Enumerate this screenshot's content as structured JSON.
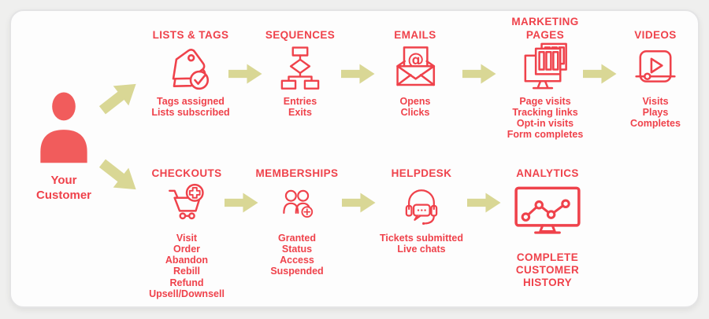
{
  "colors": {
    "accent_red": "#ef424b",
    "person_fill": "#f15c5c",
    "arrow_khaki": "#d9d795",
    "card_bg": "#fdfdfd",
    "page_bg": "#efefee"
  },
  "customer": {
    "label": "Your Customer",
    "icon": "person-icon"
  },
  "top_row": [
    {
      "id": "lists-tags",
      "title": "LISTS & TAGS",
      "icon": "tags-icon",
      "items": [
        "Tags assigned",
        "Lists subscribed"
      ]
    },
    {
      "id": "sequences",
      "title": "SEQUENCES",
      "icon": "flowchart-icon",
      "items": [
        "Entries",
        "Exits"
      ]
    },
    {
      "id": "emails",
      "title": "EMAILS",
      "icon": "email-icon",
      "items": [
        "Opens",
        "Clicks"
      ]
    },
    {
      "id": "marketing-pages",
      "title": "MARKETING PAGES",
      "icon": "web-pages-icon",
      "items": [
        "Page visits",
        "Tracking links",
        "Opt-in visits",
        "Form completes"
      ]
    },
    {
      "id": "videos",
      "title": "VIDEOS",
      "icon": "video-player-icon",
      "items": [
        "Visits",
        "Plays",
        "Completes"
      ]
    }
  ],
  "bottom_row": [
    {
      "id": "checkouts",
      "title": "CHECKOUTS",
      "icon": "shopping-cart-icon",
      "items": [
        "Visit",
        "Order",
        "Abandon",
        "Rebill",
        "Refund",
        "Upsell/Downsell"
      ]
    },
    {
      "id": "memberships",
      "title": "MEMBERSHIPS",
      "icon": "members-icon",
      "items": [
        "Granted",
        "Status",
        "Access",
        "Suspended"
      ]
    },
    {
      "id": "helpdesk",
      "title": "HELPDESK",
      "icon": "headset-icon",
      "items": [
        "Tickets submitted",
        "Live chats"
      ]
    },
    {
      "id": "analytics",
      "title": "ANALYTICS",
      "icon": "analytics-monitor-icon",
      "items": [
        "COMPLETE CUSTOMER HISTORY"
      ]
    }
  ]
}
